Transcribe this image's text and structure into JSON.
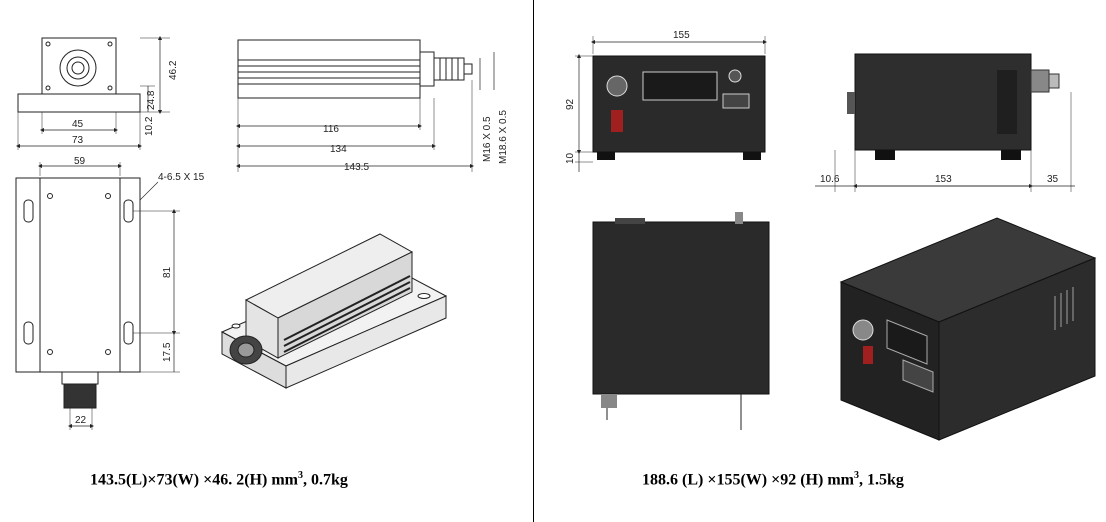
{
  "left": {
    "dims": {
      "h46": "46.2",
      "h24": "24.8",
      "h10": "10.2",
      "w45": "45",
      "w73": "73",
      "l116": "116",
      "l134": "134",
      "l143": "143.5",
      "thread1": "M16 X 0.5",
      "thread2": "M18.6 X 0.5",
      "w59": "59",
      "holes": "4-6.5 X 15",
      "d81": "81",
      "d17": "17.5",
      "d22": "22"
    },
    "caption_pre": "143.5(L)×73(W)  ×46. 2(H)  mm",
    "caption_sup": "3",
    "caption_post": ",    0.7kg"
  },
  "right": {
    "dims": {
      "w155": "155",
      "h92": "92",
      "h10": "10",
      "d10_6": "10.6",
      "d153": "153",
      "d35": "35"
    },
    "caption_pre": "188.6 (L)  ×155(W)  ×92 (H)  mm",
    "caption_sup": "3",
    "caption_post": ",     1.5kg"
  }
}
